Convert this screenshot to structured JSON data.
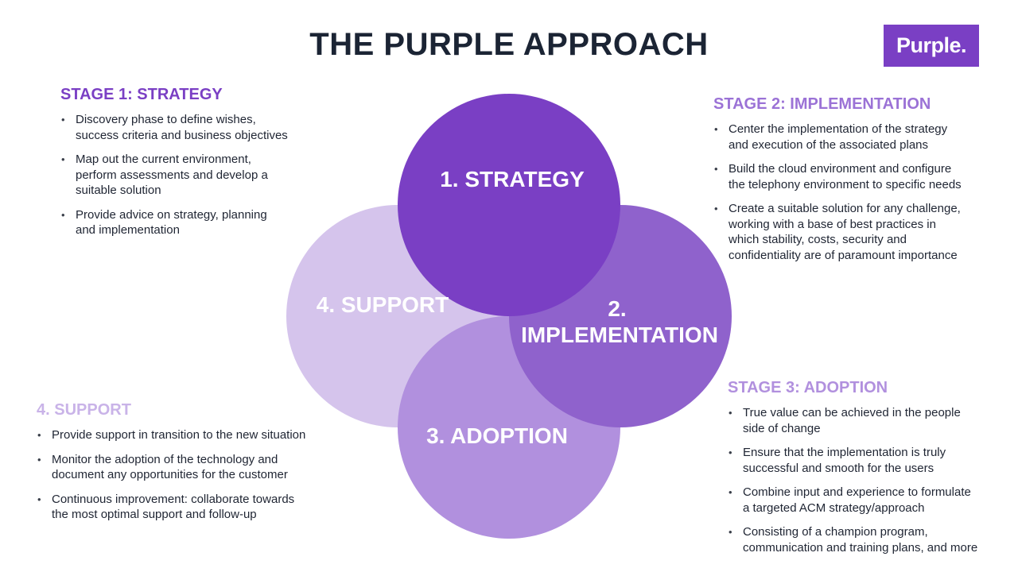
{
  "title": "THE PURPLE APPROACH",
  "logo": "Purple.",
  "colors": {
    "strategy": "#7a3fc4",
    "implementation": "#8f62cc",
    "adoption": "#b190de",
    "support": "#d5c4ec",
    "heading_dark": "#7a3fc4",
    "heading_mid": "#9b72d6",
    "heading_light": "#c9b3e8"
  },
  "circles": {
    "strategy": {
      "line1": "1. STRATEGY"
    },
    "implementation": {
      "line1": "2.",
      "line2": "IMPLEMENTATION"
    },
    "adoption": {
      "line1": "3. ADOPTION"
    },
    "support": {
      "line1": "4. SUPPORT"
    }
  },
  "stages": {
    "strategy": {
      "heading": "STAGE 1: STRATEGY",
      "bullets": [
        [
          "Discovery phase to define wishes,",
          "success criteria and business objectives"
        ],
        [
          "Map out the current environment,",
          "perform assessments and develop a",
          "suitable solution"
        ],
        [
          "Provide advice on strategy, planning",
          "and implementation"
        ]
      ]
    },
    "implementation": {
      "heading": "STAGE 2: IMPLEMENTATION",
      "bullets": [
        [
          "Center the implementation of the strategy",
          "and execution of the associated plans"
        ],
        [
          "Build the cloud environment and configure",
          "the telephony environment to specific needs"
        ],
        [
          "Create a suitable solution for any challenge,",
          "working with a base of best practices in",
          "which stability, costs, security and",
          "confidentiality are of paramount importance"
        ]
      ]
    },
    "adoption": {
      "heading": "STAGE 3: ADOPTION",
      "bullets": [
        [
          "True value can be achieved in the people",
          "side of change"
        ],
        [
          "Ensure that the implementation is truly",
          "successful and smooth for the users"
        ],
        [
          "Combine input and experience to formulate",
          "a targeted ACM strategy/approach"
        ],
        [
          "Consisting of a champion program,",
          "communication and training plans, and more"
        ]
      ]
    },
    "support": {
      "heading": "4. SUPPORT",
      "bullets": [
        [
          "Provide support in transition to the new situation"
        ],
        [
          "Monitor the adoption of the technology and",
          "document any opportunities for the customer"
        ],
        [
          "Continuous improvement: collaborate towards",
          "the most optimal support and follow-up"
        ]
      ]
    }
  }
}
